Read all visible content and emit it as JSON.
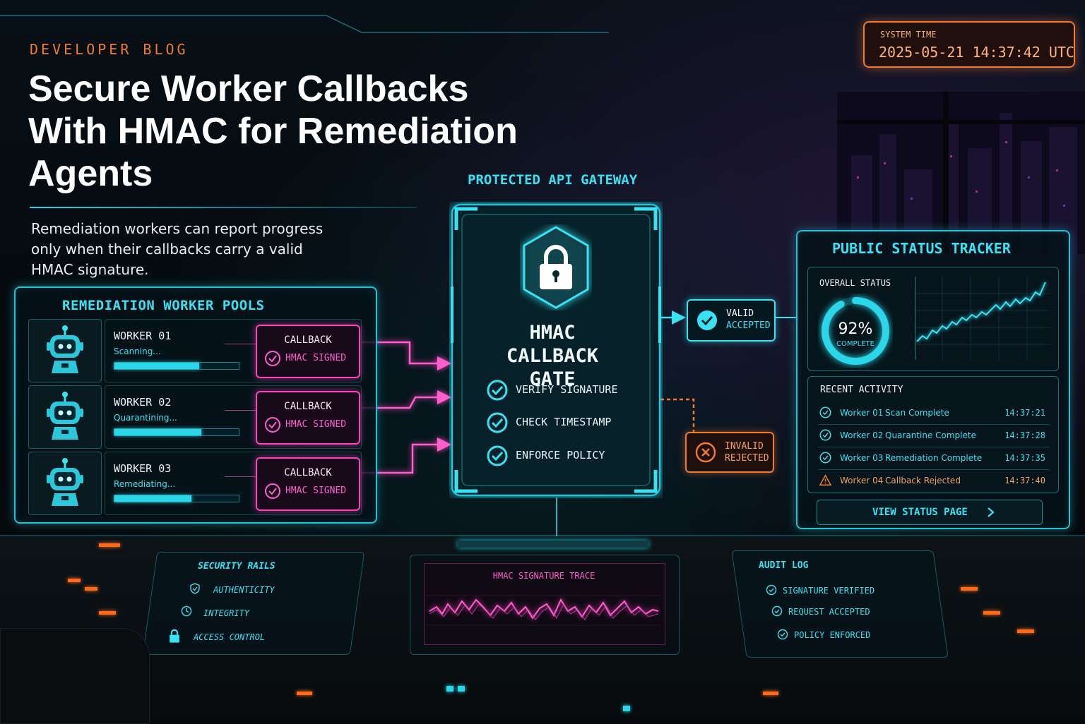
{
  "header": {
    "eyebrow": "DEVELOPER BLOG",
    "title": "Secure Worker Callbacks With HMAC for Remediation Agents",
    "lead": "Remediation workers can report progress only when their callbacks carry a valid HMAC signature."
  },
  "system_time": {
    "label": "SYSTEM TIME",
    "value": "2025-05-21  14:37:42 UTC"
  },
  "worker_pools": {
    "title": "REMEDIATION WORKER POOLS",
    "workers": [
      {
        "name": "WORKER 01",
        "status": "Scanning...",
        "progress": 0.68,
        "callback": "CALLBACK",
        "signed": "HMAC SIGNED"
      },
      {
        "name": "WORKER 02",
        "status": "Quarantining...",
        "progress": 0.7,
        "callback": "CALLBACK",
        "signed": "HMAC SIGNED"
      },
      {
        "name": "WORKER 03",
        "status": "Remediating...",
        "progress": 0.62,
        "callback": "CALLBACK",
        "signed": "HMAC SIGNED"
      }
    ]
  },
  "gateway": {
    "title": "PROTECTED API GATEWAY",
    "gate_line1": "HMAC",
    "gate_line2": "CALLBACK GATE",
    "checks": [
      "VERIFY SIGNATURE",
      "CHECK TIMESTAMP",
      "ENFORCE POLICY"
    ]
  },
  "results": {
    "valid": {
      "line1": "VALID",
      "line2": "ACCEPTED"
    },
    "invalid": {
      "line1": "INVALID",
      "line2": "REJECTED"
    }
  },
  "tracker": {
    "title": "PUBLIC STATUS TRACKER",
    "overall_label": "OVERALL STATUS",
    "percent": "92%",
    "percent_value": 92,
    "percent_caption": "COMPLETE",
    "recent_label": "RECENT ACTIVITY",
    "activity": [
      {
        "worker": "Worker 01",
        "event": "Scan Complete",
        "time": "14:37:21",
        "state": "ok"
      },
      {
        "worker": "Worker 02",
        "event": "Quarantine Complete",
        "time": "14:37:28",
        "state": "ok"
      },
      {
        "worker": "Worker 03",
        "event": "Remediation Complete",
        "time": "14:37:35",
        "state": "ok"
      },
      {
        "worker": "Worker 04",
        "event": "Callback Rejected",
        "time": "14:37:40",
        "state": "warn"
      }
    ],
    "button": "VIEW STATUS PAGE"
  },
  "consoles": {
    "security": {
      "title": "SECURITY RAILS",
      "items": [
        "AUTHENTICITY",
        "INTEGRITY",
        "ACCESS CONTROL"
      ]
    },
    "trace": {
      "title": "HMAC SIGNATURE TRACE"
    },
    "audit": {
      "title": "AUDIT LOG",
      "items": [
        "SIGNATURE VERIFIED",
        "REQUEST ACCEPTED",
        "POLICY ENFORCED"
      ]
    }
  },
  "colors": {
    "cyan": "#38e2f2",
    "magenta": "#ff3fbf",
    "orange": "#f07a2e"
  },
  "icons": {
    "worker": "robot-icon",
    "gate": "padlock-shield-icon",
    "check": "check-circle-icon",
    "reject": "x-circle-icon",
    "warn": "warning-triangle-icon",
    "chevron": "chevron-right-icon"
  }
}
